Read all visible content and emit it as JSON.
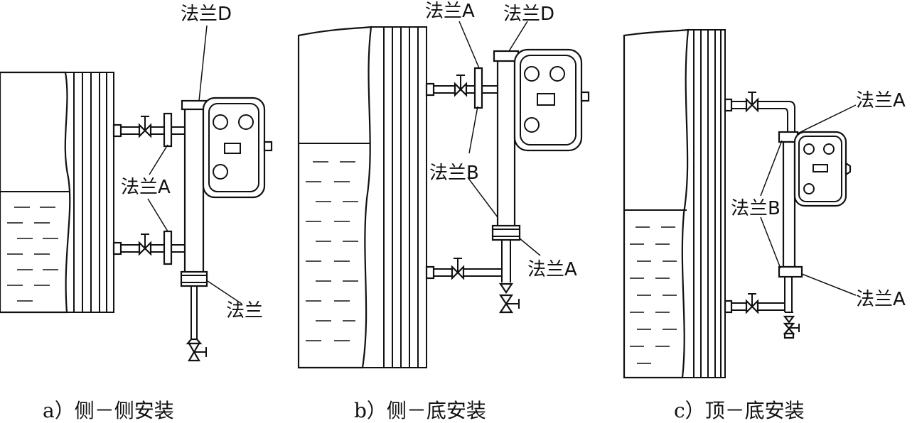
{
  "panel_a": {
    "caption": "a）侧－侧安装",
    "label_flange_d": "法兰D",
    "label_flange_a": "法兰A",
    "label_flange": "法兰"
  },
  "panel_b": {
    "caption": "b）侧－底安装",
    "label_flange_a_top": "法兰A",
    "label_flange_d": "法兰D",
    "label_flange_b": "法兰B",
    "label_flange_a_bottom": "法兰A"
  },
  "panel_c": {
    "caption": "c）顶－底安装",
    "label_flange_a_top": "法兰A",
    "label_flange_b": "法兰B",
    "label_flange_a_bottom": "法兰A"
  },
  "colors": {
    "ink": "#111111",
    "background": "#ffffff"
  }
}
